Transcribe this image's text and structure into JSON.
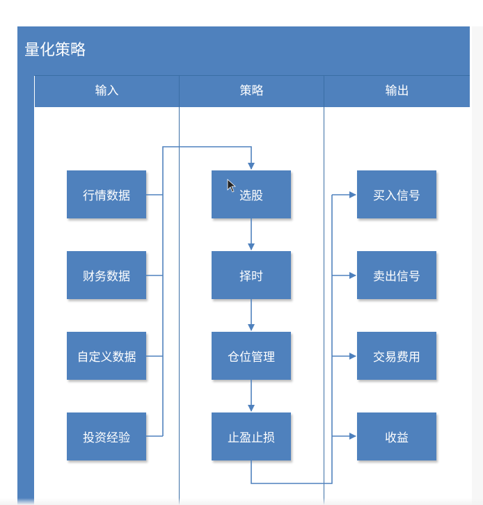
{
  "diagram": {
    "title": "量化策略",
    "columns": [
      "输入",
      "策略",
      "输出"
    ],
    "inputs": [
      "行情数据",
      "财务数据",
      "自定义数据",
      "投资经验"
    ],
    "strategy": [
      "选股",
      "择时",
      "仓位管理",
      "止盈止损"
    ],
    "outputs": [
      "买入信号",
      "卖出信号",
      "交易费用",
      "收益"
    ],
    "colors": {
      "header": "#4f81bd",
      "node": "#4f81bd",
      "connector": "#4f81bd",
      "text": "#ffffff"
    }
  }
}
